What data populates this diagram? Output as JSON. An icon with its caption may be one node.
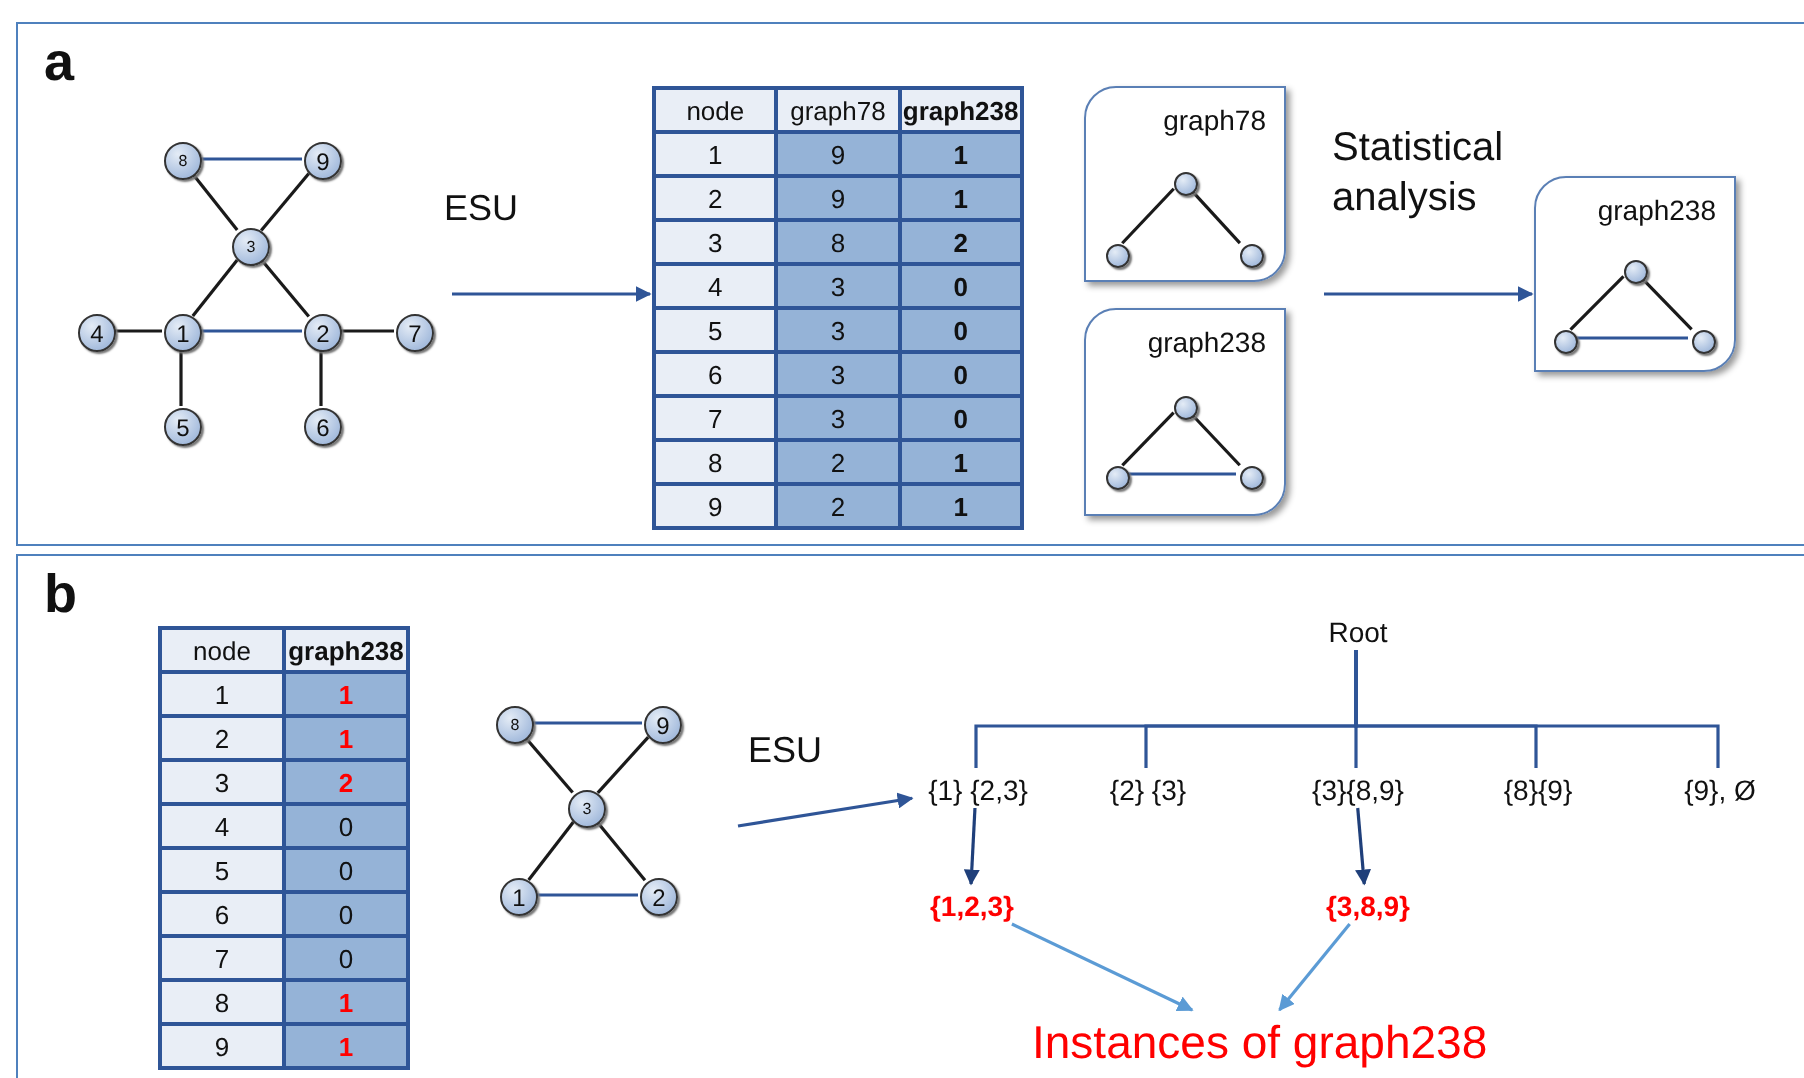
{
  "diagram": {
    "nodes": [
      {
        "text": [
          "a"
        ]
      },
      {
        "text": [
          "8"
        ],
        "in": 0
      },
      {
        "text": [
          "9"
        ],
        "in": 0
      },
      {
        "text": [
          "3"
        ],
        "in": 0
      },
      {
        "text": [
          "4"
        ],
        "in": 0
      },
      {
        "text": [
          "1"
        ],
        "in": 0
      },
      {
        "text": [
          "2"
        ],
        "in": 0
      },
      {
        "text": [
          "7"
        ],
        "in": 0
      },
      {
        "text": [
          "5"
        ],
        "in": 0
      },
      {
        "text": [
          "6"
        ],
        "in": 0
      },
      {
        "text": [
          "node",
          "graph78",
          "graph238",
          "1",
          "9",
          "1",
          "2",
          "9",
          "1",
          "3",
          "8",
          "2",
          "4",
          "3",
          "0",
          "5",
          "3",
          "0",
          "6",
          "3",
          "0",
          "7",
          "3",
          "0",
          "8",
          "2",
          "1",
          "9",
          "2",
          "1"
        ],
        "in": 0
      },
      {
        "text": [
          "graph78"
        ],
        "in": 0
      },
      {
        "text": [],
        "shape": "circle",
        "in": 11
      },
      {
        "text": [],
        "shape": "circle",
        "in": 11
      },
      {
        "text": [],
        "shape": "circle",
        "in": 11
      },
      {
        "text": [
          "graph238"
        ],
        "in": 0
      },
      {
        "text": [],
        "shape": "circle",
        "in": 15
      },
      {
        "text": [],
        "shape": "circle",
        "in": 15
      },
      {
        "text": [],
        "shape": "circle",
        "in": 15
      },
      {
        "text": [
          "graph238"
        ],
        "in": 0
      },
      {
        "text": [],
        "shape": "circle",
        "in": 19
      },
      {
        "text": [],
        "shape": "circle",
        "in": 19
      },
      {
        "text": [],
        "shape": "circle",
        "in": 19
      },
      {
        "text": [
          "b"
        ]
      },
      {
        "text": [
          "node",
          "graph238",
          "1",
          "1",
          "2",
          "1",
          "3",
          "2",
          "4",
          "0",
          "5",
          "0",
          "6",
          "0",
          "7",
          "0",
          "8",
          "1",
          "9",
          "1"
        ],
        "in": 23
      },
      {
        "text": [
          "8"
        ],
        "in": 23
      },
      {
        "text": [
          "9"
        ],
        "in": 23
      },
      {
        "text": [
          "3"
        ],
        "in": 23
      },
      {
        "text": [
          "1"
        ],
        "in": 23
      },
      {
        "text": [
          "2"
        ],
        "in": 23
      },
      {
        "text": [
          "Root"
        ],
        "in": 23
      },
      {
        "text": [
          "{1} {2,3}"
        ],
        "in": 23
      },
      {
        "text": [
          "{2} {3}"
        ],
        "in": 23
      },
      {
        "text": [
          "{3}{8,9}"
        ],
        "in": 23
      },
      {
        "text": [
          "{8}{9}"
        ],
        "in": 23
      },
      {
        "text": [
          "{9}, Ø"
        ],
        "in": 23
      },
      {
        "text": [
          "{1,2,3}"
        ],
        "in": 23
      },
      {
        "text": [
          "{3,8,9}"
        ],
        "in": 23
      },
      {
        "text": [
          "Instances of graph238"
        ],
        "in": 23
      }
    ],
    "edges": [
      {
        "from": 1,
        "to": 2,
        "arrow": "none",
        "color": "#2f5597"
      },
      {
        "from": 1,
        "to": 3,
        "arrow": "none"
      },
      {
        "from": 2,
        "to": 3,
        "arrow": "none"
      },
      {
        "from": 3,
        "to": 5,
        "arrow": "none"
      },
      {
        "from": 3,
        "to": 6,
        "arrow": "none"
      },
      {
        "from": 4,
        "to": 5,
        "arrow": "none"
      },
      {
        "from": 5,
        "to": 6,
        "arrow": "none",
        "color": "#2f5597"
      },
      {
        "from": 6,
        "to": 7,
        "arrow": "none"
      },
      {
        "from": 5,
        "to": 8,
        "arrow": "none"
      },
      {
        "from": 6,
        "to": 9,
        "arrow": "none"
      },
      {
        "from": null,
        "to": 10,
        "arrow": "to",
        "label": "ESU",
        "color": "#2f5597"
      },
      {
        "from": 12,
        "to": 13,
        "arrow": "none"
      },
      {
        "from": 12,
        "to": 14,
        "arrow": "none"
      },
      {
        "from": 16,
        "to": 17,
        "arrow": "none"
      },
      {
        "from": 16,
        "to": 18,
        "arrow": "none"
      },
      {
        "from": 17,
        "to": 18,
        "arrow": "none",
        "color": "#2f5597"
      },
      {
        "from": 20,
        "to": 21,
        "arrow": "none"
      },
      {
        "from": 20,
        "to": 22,
        "arrow": "none"
      },
      {
        "from": 21,
        "to": 22,
        "arrow": "none",
        "color": "#2f5597"
      },
      {
        "from": null,
        "to": 19,
        "arrow": "to",
        "label": "Statistical analysis",
        "color": "#2f5597"
      },
      {
        "from": 25,
        "to": 26,
        "arrow": "none",
        "color": "#2f5597"
      },
      {
        "from": 25,
        "to": 27,
        "arrow": "none"
      },
      {
        "from": 26,
        "to": 27,
        "arrow": "none"
      },
      {
        "from": 27,
        "to": 28,
        "arrow": "none"
      },
      {
        "from": 27,
        "to": 29,
        "arrow": "none"
      },
      {
        "from": 28,
        "to": 29,
        "arrow": "none",
        "color": "#2f5597"
      },
      {
        "from": null,
        "to": 31,
        "arrow": "to",
        "label": "ESU",
        "color": "#2f5597"
      },
      {
        "from": 30,
        "to": 31,
        "arrow": "none",
        "color": "#2f5597"
      },
      {
        "from": 30,
        "to": 32,
        "arrow": "none",
        "color": "#2f5597"
      },
      {
        "from": 30,
        "to": 33,
        "arrow": "none",
        "color": "#2f5597"
      },
      {
        "from": 30,
        "to": 34,
        "arrow": "none",
        "color": "#2f5597"
      },
      {
        "from": 30,
        "to": 35,
        "arrow": "none",
        "color": "#2f5597"
      },
      {
        "from": 31,
        "to": 36,
        "arrow": "to",
        "color": "#1f3f7a"
      },
      {
        "from": 33,
        "to": 37,
        "arrow": "to",
        "color": "#1f3f7a"
      },
      {
        "from": 36,
        "to": 38,
        "arrow": "to",
        "color": "#5b9bd5"
      },
      {
        "from": 37,
        "to": 38,
        "arrow": "to",
        "color": "#5b9bd5"
      }
    ]
  }
}
